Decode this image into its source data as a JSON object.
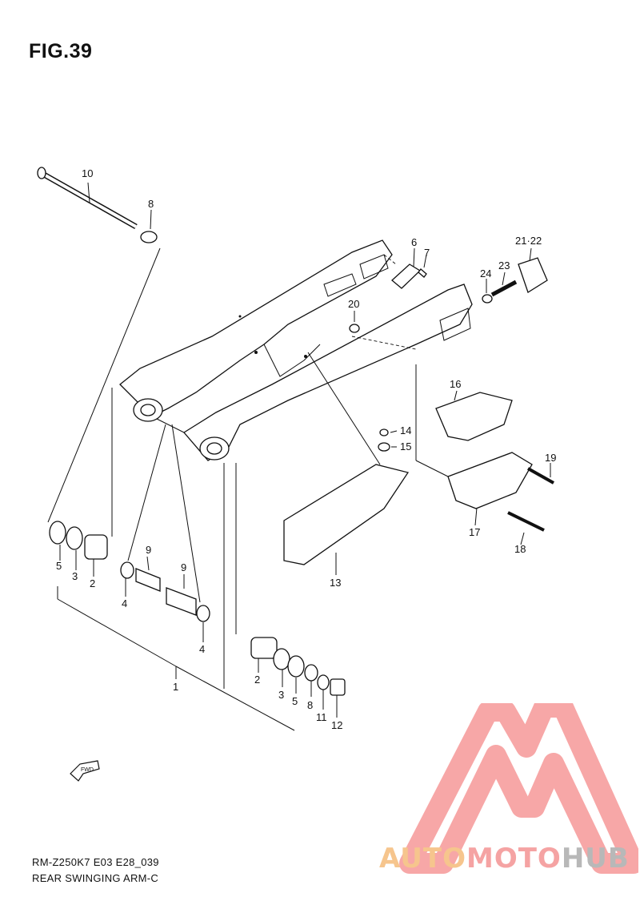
{
  "figure": {
    "title": "FIG.39"
  },
  "footer": {
    "model_code": "RM-Z250K7 E03 E28_039",
    "name": "REAR SWINGING ARM-C"
  },
  "callouts": [
    "10",
    "8",
    "6",
    "7",
    "21·22",
    "23",
    "24",
    "20",
    "16",
    "14",
    "15",
    "19",
    "17",
    "18",
    "13",
    "5",
    "3",
    "2",
    "9",
    "9",
    "4",
    "4",
    "1",
    "2",
    "3",
    "5",
    "8",
    "11",
    "12"
  ],
  "fwd": {
    "label": "FWD"
  },
  "logo": {
    "parts": [
      "AUTO",
      "MOTO",
      "HUB"
    ],
    "colors": {
      "auto": "#f6c58d",
      "moto": "#f5a3a3",
      "hub": "#b8b8b8",
      "triangle": "#f48a8a"
    }
  }
}
